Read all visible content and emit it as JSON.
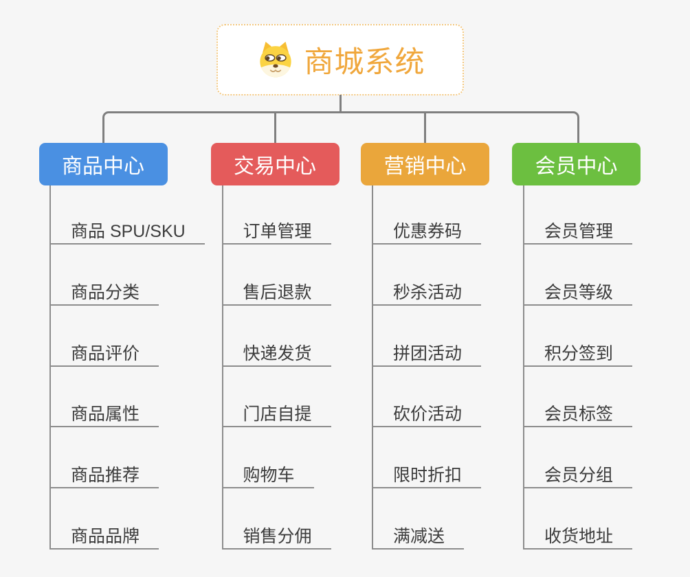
{
  "root": {
    "title": "商城系统",
    "icon": "doge-icon"
  },
  "branches": [
    {
      "label": "商品中心",
      "color": "#4A90E2",
      "children": [
        "商品 SPU/SKU",
        "商品分类",
        "商品评价",
        "商品属性",
        "商品推荐",
        "商品品牌"
      ]
    },
    {
      "label": "交易中心",
      "color": "#E45B5B",
      "children": [
        "订单管理",
        "售后退款",
        "快递发货",
        "门店自提",
        "购物车",
        "销售分佣"
      ]
    },
    {
      "label": "营销中心",
      "color": "#EAA63B",
      "children": [
        "优惠券码",
        "秒杀活动",
        "拼团活动",
        "砍价活动",
        "限时折扣",
        "满减送"
      ]
    },
    {
      "label": "会员中心",
      "color": "#6CBF40",
      "children": [
        "会员管理",
        "会员等级",
        "积分签到",
        "会员标签",
        "会员分组",
        "收货地址"
      ]
    }
  ],
  "colors": {
    "background": "#F6F6F6",
    "root_title": "#F0A73C",
    "root_border": "#F3C77E",
    "connector": "#7F7F7F",
    "underline": "#8C8C8C",
    "child_text": "#3C3C3C"
  }
}
